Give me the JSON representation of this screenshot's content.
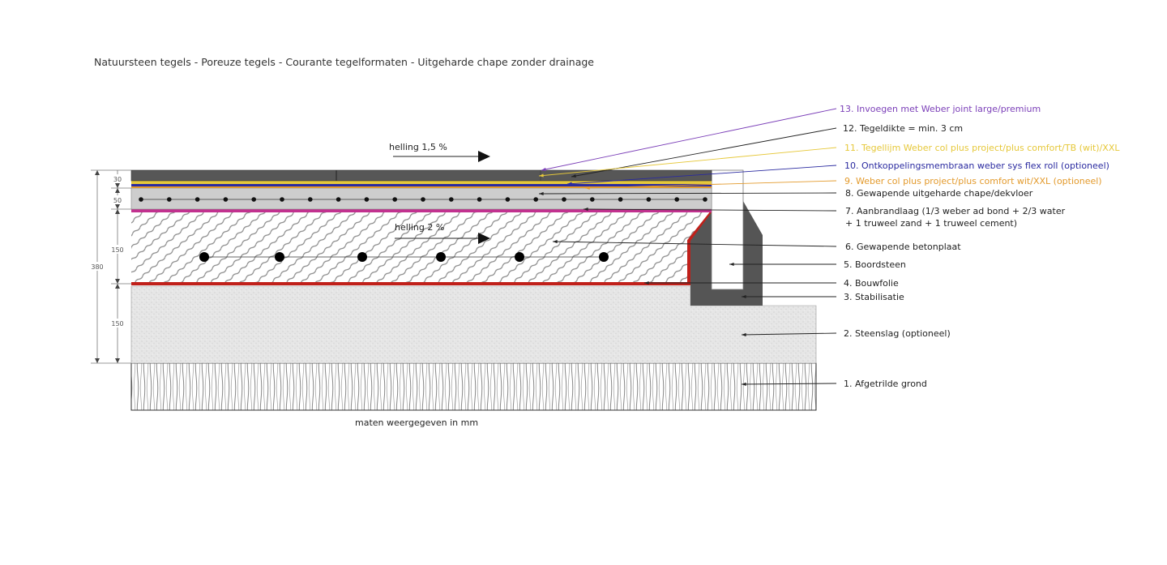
{
  "title": "Natuursteen tegels - Poreuze tegels - Courante tegelformaten - Uitgeharde chape zonder drainage",
  "slopes": {
    "top": "helling 1,5 %",
    "slab": "helling 2 %"
  },
  "dimensions": {
    "total": "380",
    "tile": "30",
    "screed": "50",
    "slab": "150",
    "gravel": "150"
  },
  "units_note": "maten weergegeven in mm",
  "colors": {
    "purple": "#7b3fb8",
    "yellow": "#e6c83a",
    "blue": "#2a2aa0",
    "orange": "#e39a2c",
    "black": "#222222",
    "red": "#c0201a",
    "magenta": "#c2318f"
  },
  "labels": [
    {
      "id": "13",
      "text": "13. Invoegen met Weber joint large/premium",
      "color": "#7b3fb8"
    },
    {
      "id": "12",
      "text": "12. Tegeldikte = min. 3 cm",
      "color": "#222222"
    },
    {
      "id": "11",
      "text": "11. Tegellijm Weber col plus project/plus comfort/TB (wit)/XXL",
      "color": "#e6c83a"
    },
    {
      "id": "10",
      "text": "10. Ontkoppelingsmembraan weber sys flex roll (optioneel)",
      "color": "#2a2aa0"
    },
    {
      "id": "9",
      "text": "9. Weber col plus project/plus comfort wit/XXL (optioneel)",
      "color": "#e39a2c"
    },
    {
      "id": "8",
      "text": "8. Gewapende uitgeharde chape/dekvloer",
      "color": "#222222"
    },
    {
      "id": "7",
      "text": "7. Aanbrandlaag (1/3 weber ad bond + 2/3 water",
      "text2": "+ 1 truweel zand + 1 truweel cement)",
      "color": "#222222"
    },
    {
      "id": "6",
      "text": "6. Gewapende betonplaat",
      "color": "#222222"
    },
    {
      "id": "5",
      "text": "5. Boordsteen",
      "color": "#222222"
    },
    {
      "id": "4",
      "text": "4. Bouwfolie",
      "color": "#222222"
    },
    {
      "id": "3",
      "text": "3. Stabilisatie",
      "color": "#222222"
    },
    {
      "id": "2",
      "text": "2. Steenslag (optioneel)",
      "color": "#222222"
    },
    {
      "id": "1",
      "text": "1. Afgetrilde grond",
      "color": "#222222"
    }
  ]
}
